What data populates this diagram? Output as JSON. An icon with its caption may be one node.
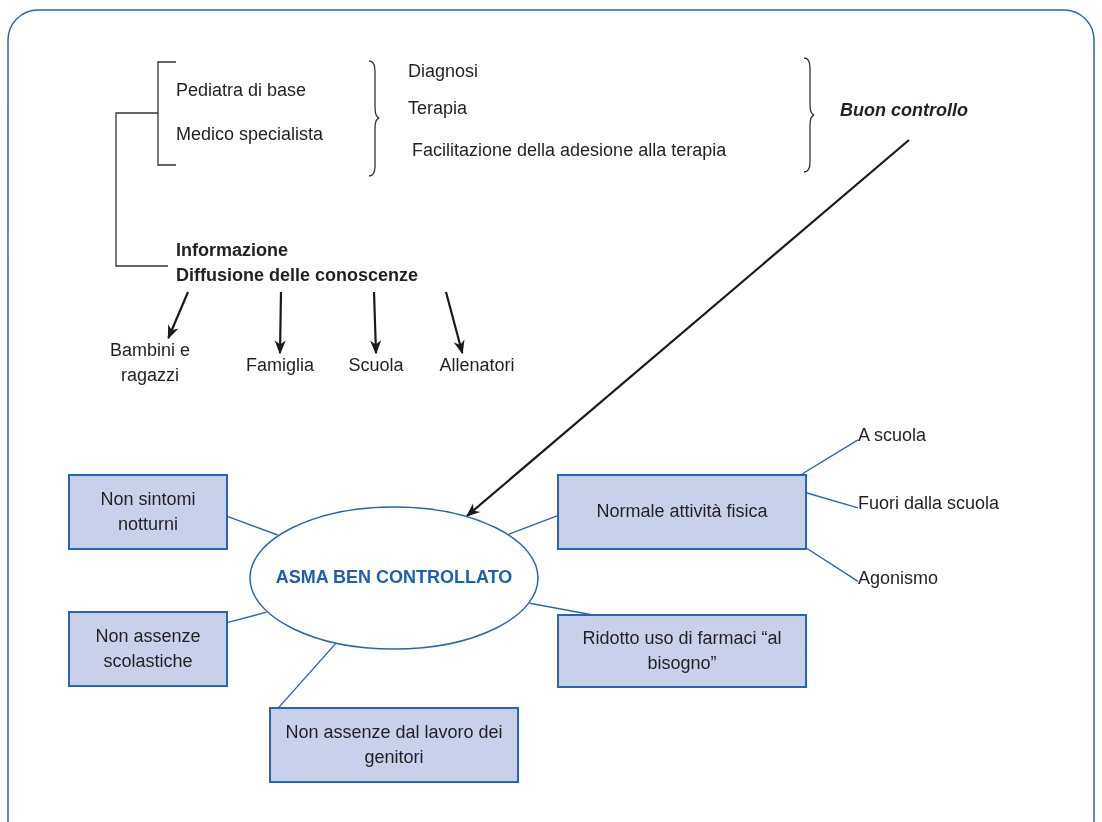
{
  "diagram": {
    "nodes": [
      {
        "text": [
          "Pediatra di base"
        ]
      },
      {
        "text": [
          "Medico specialista"
        ]
      },
      {
        "text": [
          "Diagnosi"
        ]
      },
      {
        "text": [
          "Terapia"
        ]
      },
      {
        "text": [
          "Facilitazione della adesione alla terapia"
        ]
      },
      {
        "text": [
          "Buon controllo"
        ]
      },
      {
        "text": [
          "Informazione",
          "Diffusione delle conoscenze"
        ]
      },
      {
        "text": [
          "Bambini e ragazzi"
        ]
      },
      {
        "text": [
          "Famiglia"
        ]
      },
      {
        "text": [
          "Scuola"
        ]
      },
      {
        "text": [
          "Allenatori"
        ]
      },
      {
        "text": [
          "ASMA BEN CONTROLLATO"
        ]
      },
      {
        "text": [
          "Non sintomi notturni"
        ]
      },
      {
        "text": [
          "Normale attività fisica"
        ]
      },
      {
        "text": [
          "A scuola"
        ]
      },
      {
        "text": [
          "Fuori dalla scuola"
        ]
      },
      {
        "text": [
          "Agonismo"
        ]
      },
      {
        "text": [
          "Non assenze scolastiche"
        ]
      },
      {
        "text": [
          "Ridotto uso di farmaci “al bisogno”"
        ]
      },
      {
        "text": [
          "Non assenze dal lavoro dei genitori"
        ]
      }
    ],
    "edges": [
      {
        "from": 6,
        "to": 7,
        "arrow": "to",
        "color": "#1a1a1a"
      },
      {
        "from": 6,
        "to": 8,
        "arrow": "to",
        "color": "#1a1a1a"
      },
      {
        "from": 6,
        "to": 9,
        "arrow": "to",
        "color": "#1a1a1a"
      },
      {
        "from": 6,
        "to": 10,
        "arrow": "to",
        "color": "#1a1a1a"
      },
      {
        "from": 5,
        "to": 11,
        "arrow": "to",
        "color": "#1a1a1a"
      },
      {
        "from": 12,
        "to": 11,
        "arrow": "none"
      },
      {
        "from": 13,
        "to": 11,
        "arrow": "none"
      },
      {
        "from": 17,
        "to": 11,
        "arrow": "none"
      },
      {
        "from": 18,
        "to": 11,
        "arrow": "none"
      },
      {
        "from": 19,
        "to": 11,
        "arrow": "none"
      },
      {
        "from": 13,
        "to": 14,
        "arrow": "none"
      },
      {
        "from": 13,
        "to": 15,
        "arrow": "none"
      },
      {
        "from": 13,
        "to": 16,
        "arrow": "none"
      }
    ]
  }
}
